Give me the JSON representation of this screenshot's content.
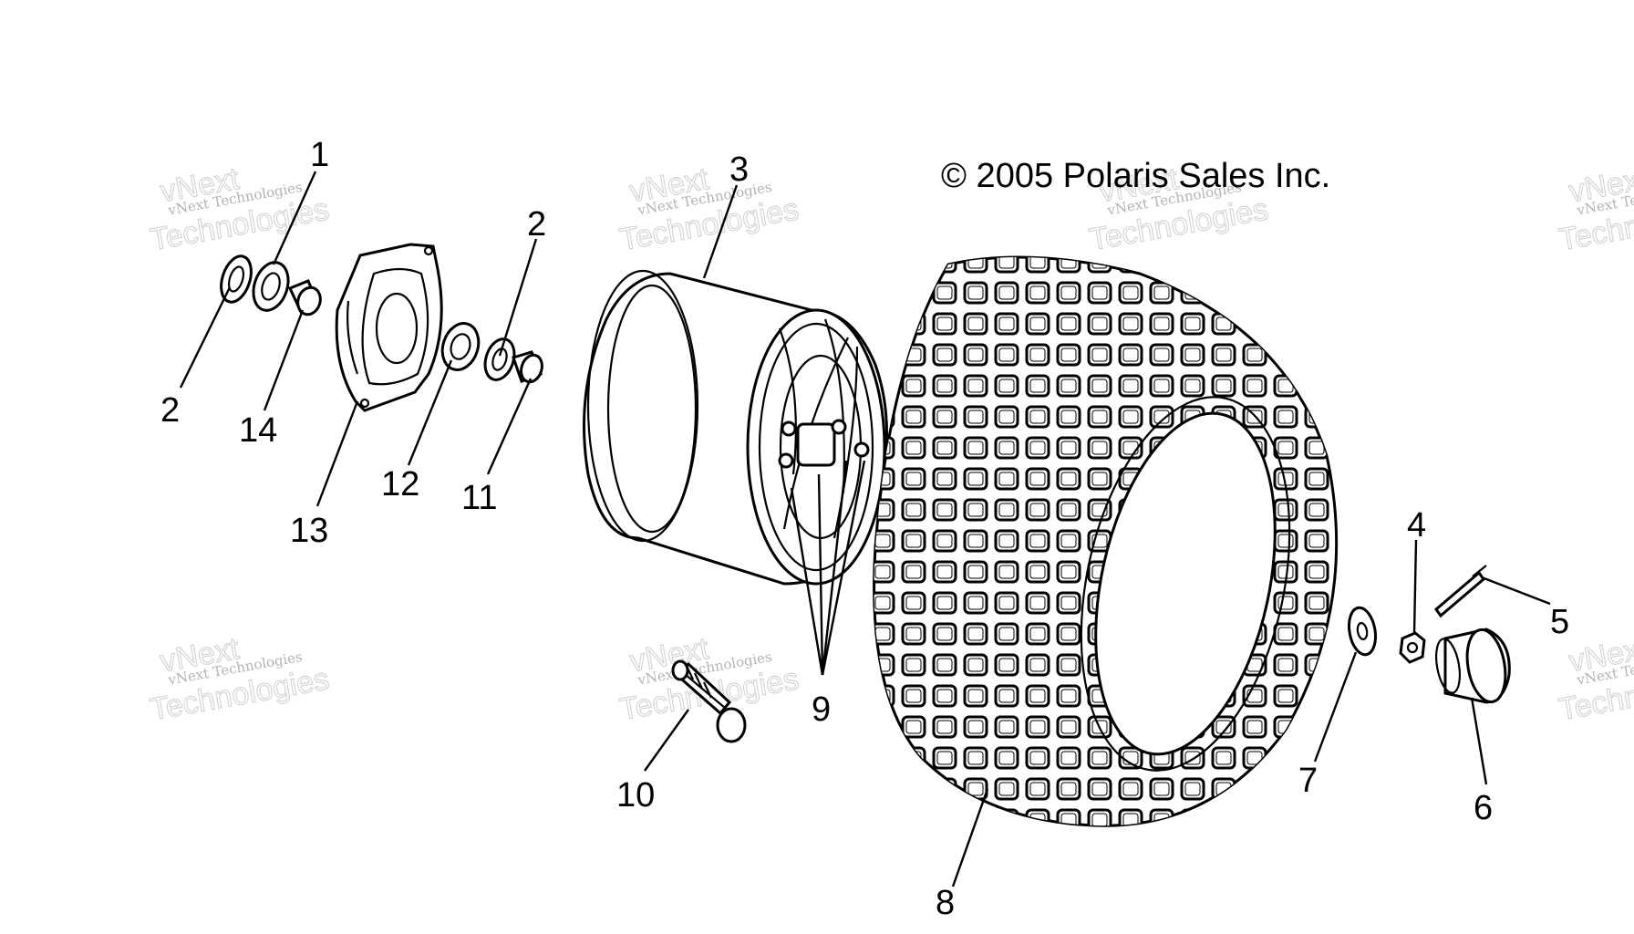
{
  "copyright": "© 2005 Polaris Sales Inc.",
  "watermark": {
    "line1": "vNext Technologies",
    "line2": "Technologies",
    "line0": "vNext"
  },
  "callouts": {
    "c1": "1",
    "c2a": "2",
    "c2b": "2",
    "c3": "3",
    "c4": "4",
    "c5": "5",
    "c6": "6",
    "c7": "7",
    "c8": "8",
    "c9": "9",
    "c10": "10",
    "c11": "11",
    "c12": "12",
    "c13": "13",
    "c14": "14"
  }
}
